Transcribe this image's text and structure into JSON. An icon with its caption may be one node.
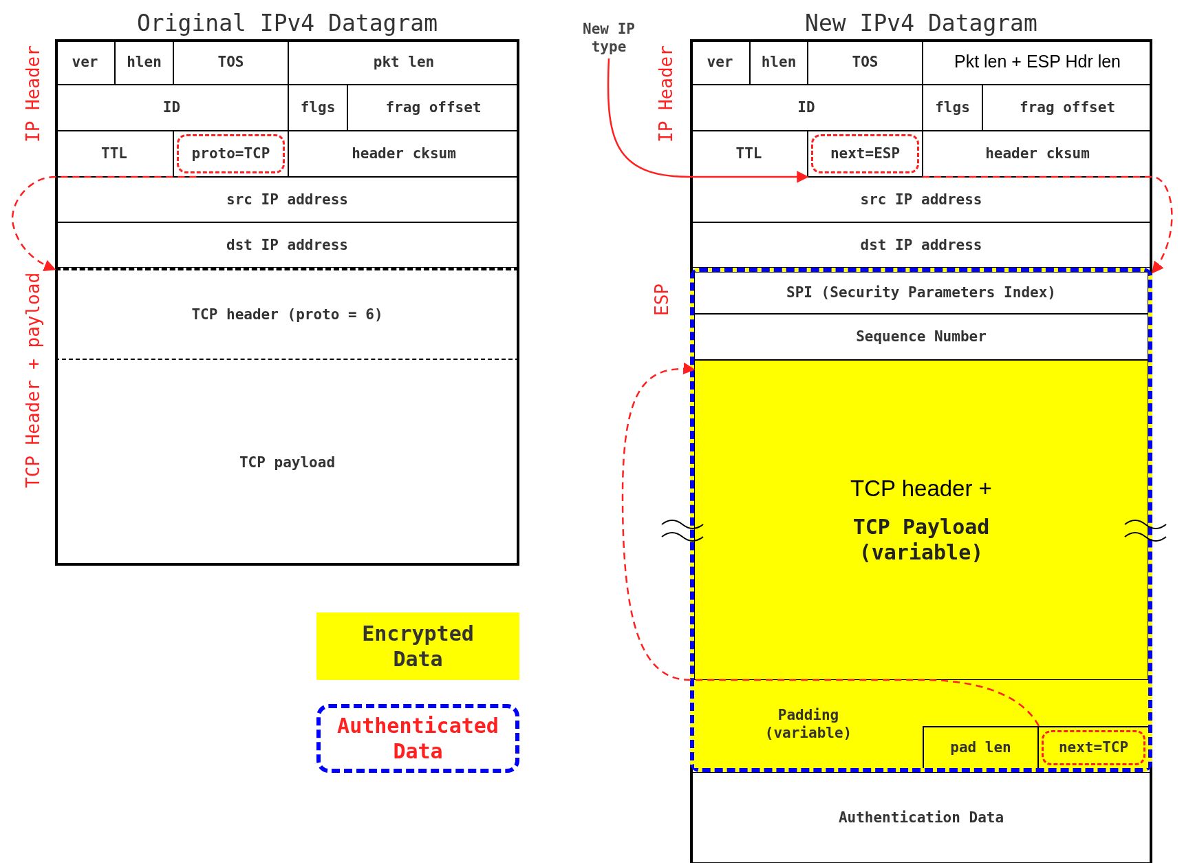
{
  "diagram": {
    "nodes": [
      {
        "text": [
          "Original IPv4 Datagram"
        ]
      },
      {
        "text": [
          "ver"
        ],
        "in": 0
      },
      {
        "text": [
          "hlen"
        ],
        "in": 0
      },
      {
        "text": [
          "TOS"
        ],
        "in": 0
      },
      {
        "text": [
          "pkt len"
        ],
        "in": 0
      },
      {
        "text": [
          "ID"
        ],
        "in": 0
      },
      {
        "text": [
          "flgs"
        ],
        "in": 0
      },
      {
        "text": [
          "frag offset"
        ],
        "in": 0
      },
      {
        "text": [
          "TTL"
        ],
        "in": 0
      },
      {
        "text": [
          "proto=TCP"
        ],
        "in": 0
      },
      {
        "text": [
          "header cksum"
        ],
        "in": 0
      },
      {
        "text": [
          "src IP address"
        ],
        "in": 0
      },
      {
        "text": [
          "dst IP address"
        ],
        "in": 0
      },
      {
        "text": [
          "TCP header (proto = 6)"
        ],
        "in": 0
      },
      {
        "text": [
          "TCP payload"
        ],
        "in": 0
      },
      {
        "text": [
          "New IPv4 Datagram"
        ]
      },
      {
        "text": [
          "ver"
        ],
        "in": 15
      },
      {
        "text": [
          "hlen"
        ],
        "in": 15
      },
      {
        "text": [
          "TOS"
        ],
        "in": 15
      },
      {
        "text": [
          "Pkt len + ESP Hdr len"
        ],
        "in": 15
      },
      {
        "text": [
          "ID"
        ],
        "in": 15
      },
      {
        "text": [
          "flgs"
        ],
        "in": 15
      },
      {
        "text": [
          "frag offset"
        ],
        "in": 15
      },
      {
        "text": [
          "TTL"
        ],
        "in": 15
      },
      {
        "text": [
          "next=ESP"
        ],
        "in": 15
      },
      {
        "text": [
          "header cksum"
        ],
        "in": 15
      },
      {
        "text": [
          "src IP address"
        ],
        "in": 15
      },
      {
        "text": [
          "dst IP address"
        ],
        "in": 15
      },
      {
        "text": [
          "ESP"
        ],
        "in": 15
      },
      {
        "text": [
          "SPI (Security Parameters Index)"
        ],
        "in": 28
      },
      {
        "text": [
          "Sequence Number"
        ],
        "in": 28
      },
      {
        "text": [
          "TCP header +",
          "TCP Payload (variable)"
        ],
        "in": 28
      },
      {
        "text": [
          "Padding (variable)"
        ],
        "in": 28
      },
      {
        "text": [
          "pad len"
        ],
        "in": 28
      },
      {
        "text": [
          "next=TCP"
        ],
        "in": 28
      },
      {
        "text": [
          "Authentication Data"
        ],
        "in": 15
      },
      {
        "text": [
          "New IP type"
        ]
      }
    ],
    "edges": [
      {
        "from": 9,
        "to": 13,
        "arrow": "to",
        "style": "dashed"
      },
      {
        "from": 36,
        "to": 24,
        "arrow": "to"
      },
      {
        "from": 24,
        "to": 28,
        "arrow": "to",
        "style": "dashed"
      },
      {
        "from": 34,
        "to": 31,
        "arrow": "to",
        "style": "dashed"
      }
    ],
    "labels": [
      "IP Header",
      "TCP Header + payload",
      "IP Header"
    ],
    "legend": [
      {
        "text": "Encrypted Data",
        "color": "#ffff00"
      },
      {
        "text": "Authenticated Data"
      }
    ]
  }
}
